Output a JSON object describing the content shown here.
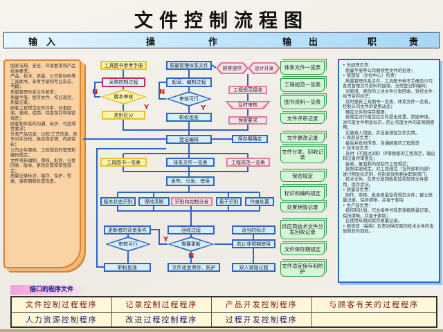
{
  "title": "文件控制流程图",
  "header": {
    "input": "输　入",
    "op1": "操",
    "op2": "作",
    "out1": "输",
    "out2": "出",
    "resp1": "职",
    "resp2": "责"
  },
  "input_text": "国家法规、安全、环保要求和产品标准要求；\n产品、技术、质量、公日和材料等工具图书、参考手册和专业杂志、书籍；\n质量管理体系文件要求；\n质量手册、程序文件、作业规范、质量记录；\n顾客工程规范及时评审、分发回收、更改、使用、保管保存和保密规定；\n顾客和体系的沟通、标识、可追溯性要求；\n外来产品信息：过程/工艺信息、竞争对手分析、供应商反馈、内部资料；\n公司文件原则、工程规范的管理和编码规定；\n文件资料编制、审核、批准、分发回收、版本、更改处置和销毁规定；\n质量记录标识、储存、保护、检索、保存期和处置规定。",
  "flow": {
    "nodes": [
      "工具图书参考手册",
      "采购控制过程",
      "版本审核",
      "类别区分",
      "质量管理体系文件",
      "起草、编制过程",
      "审核可行",
      "职权批准",
      "顾客提供",
      "设计开发",
      "工程规范接收",
      "及时审核",
      "保密要求",
      "登记编码",
      "保存期确定",
      "工具图书一览表",
      "体系文件一览表",
      "工程规范一览表",
      "发布、分发、使用",
      "版本状态识别",
      "保持清晰",
      "识别和控制分发",
      "易于识别",
      "作废处置",
      "更新者的背景条件",
      "回收过程",
      "适当的标识",
      "审核可行",
      "需要更新",
      "防止非预期使用",
      "职权批准",
      "文件适宜保存、防护",
      "双人销毁过程"
    ],
    "yn": [
      "N",
      "Y",
      "N",
      "Y",
      "Y",
      "N"
    ]
  },
  "outputs": [
    "体系文件一览表",
    "工程规范一览表",
    "图书资料一览表",
    "文件评审记录",
    "文件更改记录",
    "文件分发、回收记录",
    "保密规定",
    "标识和编码规定",
    "处置销毁记录",
    "供应商技术文件分发回收记录",
    "文件保存期规定",
    "文件适宜保存和防护"
  ],
  "responsibilities": "• 总经理负责：\n  质量手册等公司纲领性文件的批准；\n• 管理部（文控中心）负责：\n  质量管理体系文件、工具图书参考手册及公司各类管理文件资料的接收、分类登记和编码；\n  对新增、更改的上述文件分发回收，受控文件给予受控标识；\n  及时更新工具图书一览表、体系文件一览表，控制公司文件的使用动态；\n  确定文件的保存期限；\n  按规定对作废受控文件提出处置、销毁申请，对作废文件明显标识，防止作废文件的非预期使用；\n  实施双人销毁，并记录销毁文件实情。\n• 商务部负责：\n  接受并及时传递、沟通顾客的工程规范\n• 技术部负责：\n  及时（不超过2周）评审顾客的工程规范，输出和记录评审意见；\n  接收、复制和内部制作工程规范；\n  按照保密规定，对工程规范（含外部和内部）进行明显标识别，控制发放到相关职能部门；\n  技术文件，负责分发回收和监视现场文件使用、保存状况。\n• 质量部负责：\n  制作、审核、批准质量监视规范文件；建立质量记录，保持清晰，并易于索取\n• 生产部负责：\n  按控制计划、作业指导书规定填报质量记录，保持清晰，并易于索取；\n  在使用车期间保存质量记录。\n• 物流部（采购）负责对供应商的技术文件的发放和及时回收。",
  "interface": {
    "label": "接口的程序文件",
    "rows": [
      [
        "文件控制过程程序",
        "记录控制过程程序",
        "产品开发控制程序",
        "与顾客有关的过程程序"
      ],
      [
        "人力资源控制程序",
        "改进过程控制程序",
        "过程开发控制程序",
        ""
      ]
    ]
  }
}
